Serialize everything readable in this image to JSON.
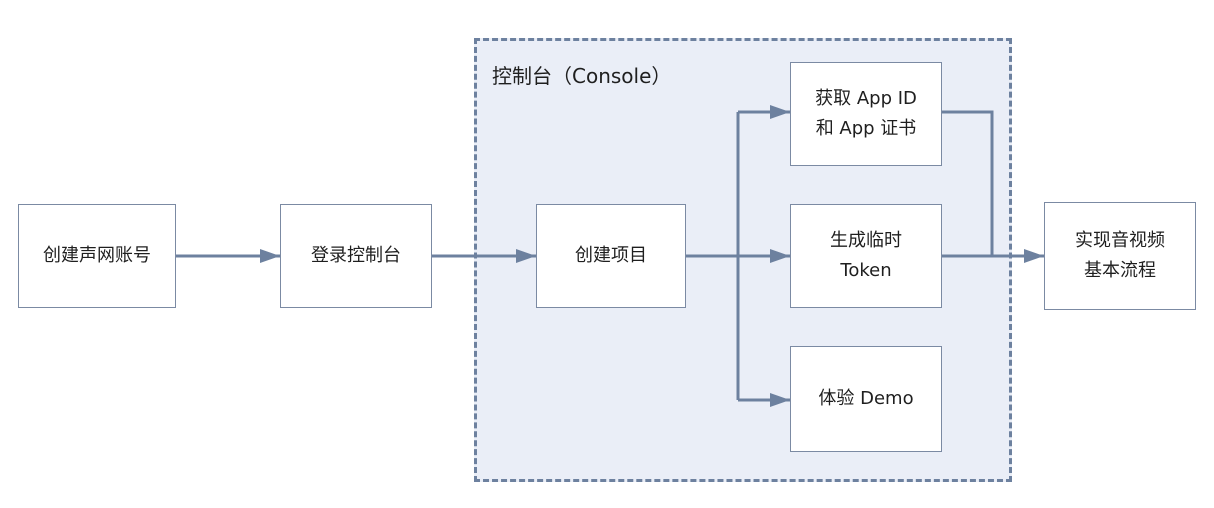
{
  "colors": {
    "console_fill": "#eaeef7",
    "console_border": "#6d819f",
    "box_border": "#7b8aa3",
    "connector": "#6d819f"
  },
  "console": {
    "label": "控制台（Console）"
  },
  "steps": {
    "create_account": {
      "lines": [
        "创建声网账号"
      ]
    },
    "login_console": {
      "lines": [
        "登录控制台"
      ]
    },
    "create_project": {
      "lines": [
        "创建项目"
      ]
    },
    "get_appid": {
      "lines": [
        "获取 App ID",
        "和 App 证书"
      ]
    },
    "temp_token": {
      "lines": [
        "生成临时",
        "Token"
      ]
    },
    "demo": {
      "lines": [
        "体验 Demo"
      ]
    },
    "implement": {
      "lines": [
        "实现音视频",
        "基本流程"
      ]
    }
  },
  "connections": [
    {
      "from": "create_account",
      "to": "login_console"
    },
    {
      "from": "login_console",
      "to": "create_project"
    },
    {
      "from": "create_project",
      "to": "get_appid"
    },
    {
      "from": "create_project",
      "to": "temp_token"
    },
    {
      "from": "create_project",
      "to": "demo"
    },
    {
      "from": "get_appid",
      "to": "implement"
    },
    {
      "from": "temp_token",
      "to": "implement"
    }
  ]
}
